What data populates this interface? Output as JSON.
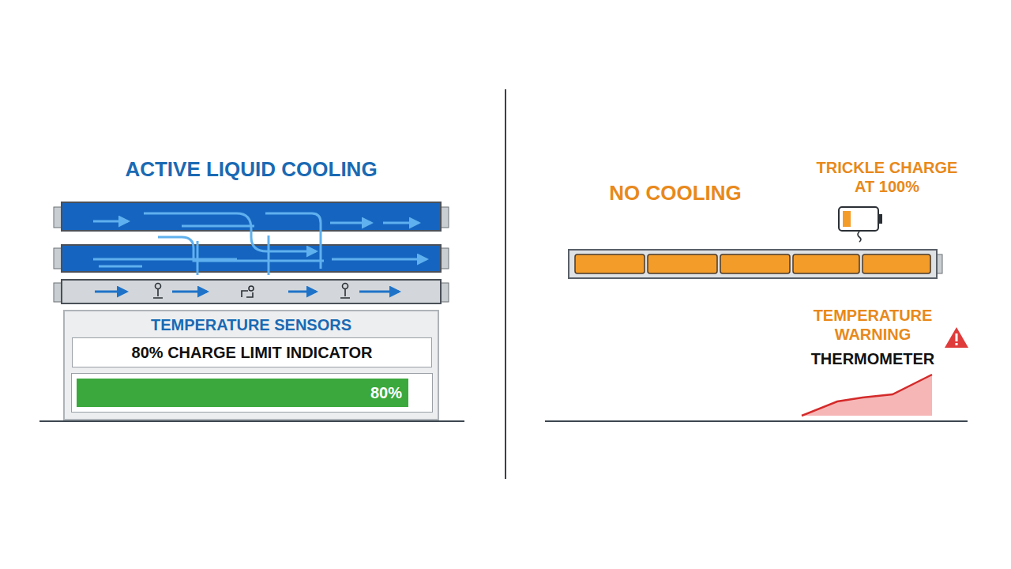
{
  "diagram": {
    "nodes": [
      {
        "text": [
          "TEMPERATURE SENSORS"
        ]
      },
      {
        "text": [
          "80% CHARGE LIMIT INDICATOR"
        ],
        "in": 0
      },
      {
        "text": [
          "80%"
        ],
        "in": 0
      }
    ],
    "labels": [
      "ACTIVE LIQUID COOLING",
      "NO COOLING",
      "TRICKLE CHARGE AT 100%",
      "TEMPERATURE WARNING",
      "THERMOMETER"
    ]
  }
}
